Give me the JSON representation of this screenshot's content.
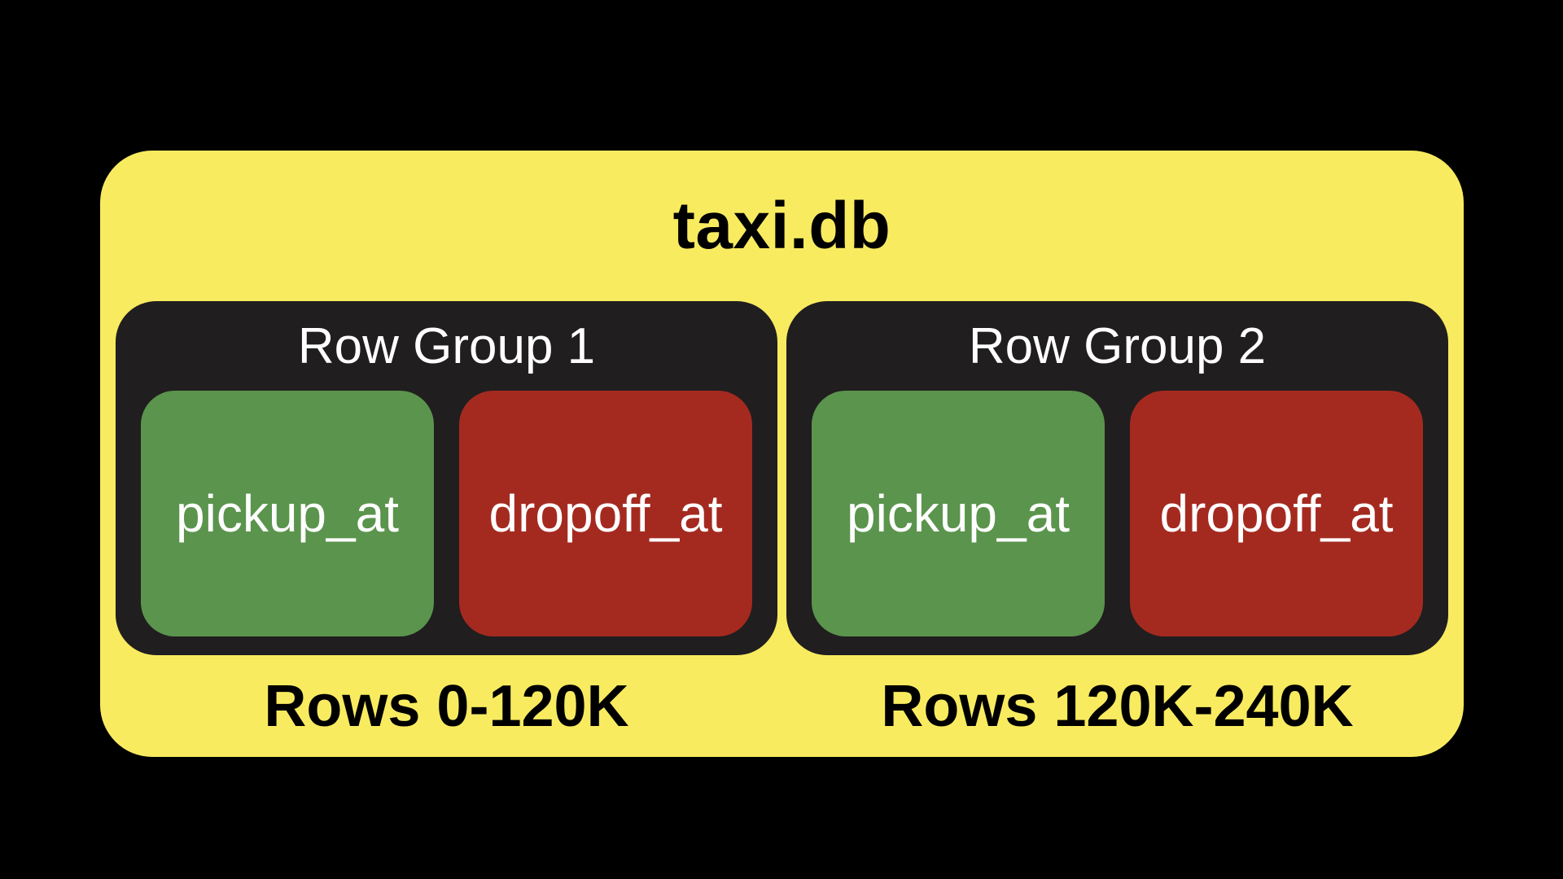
{
  "diagram": {
    "title": "taxi.db",
    "row_groups": [
      {
        "label": "Row Group 1",
        "rows_label": "Rows 0-120K",
        "columns": [
          {
            "name": "pickup_at",
            "color": "#5B944D"
          },
          {
            "name": "dropoff_at",
            "color": "#A42A20"
          }
        ]
      },
      {
        "label": "Row Group 2",
        "rows_label": "Rows 120K-240K",
        "columns": [
          {
            "name": "pickup_at",
            "color": "#5B944D"
          },
          {
            "name": "dropoff_at",
            "color": "#A42A20"
          }
        ]
      }
    ],
    "colors": {
      "page_background": "#000000",
      "file_card_fill": "#F8EB60",
      "row_group_fill": "#201E1F",
      "pickup_fill": "#5B944D",
      "dropoff_fill": "#A42A20",
      "title_text": "#000000",
      "group_label_text": "#FFFFFF",
      "column_text": "#FFFFFF",
      "rows_label_text": "#000000"
    }
  }
}
